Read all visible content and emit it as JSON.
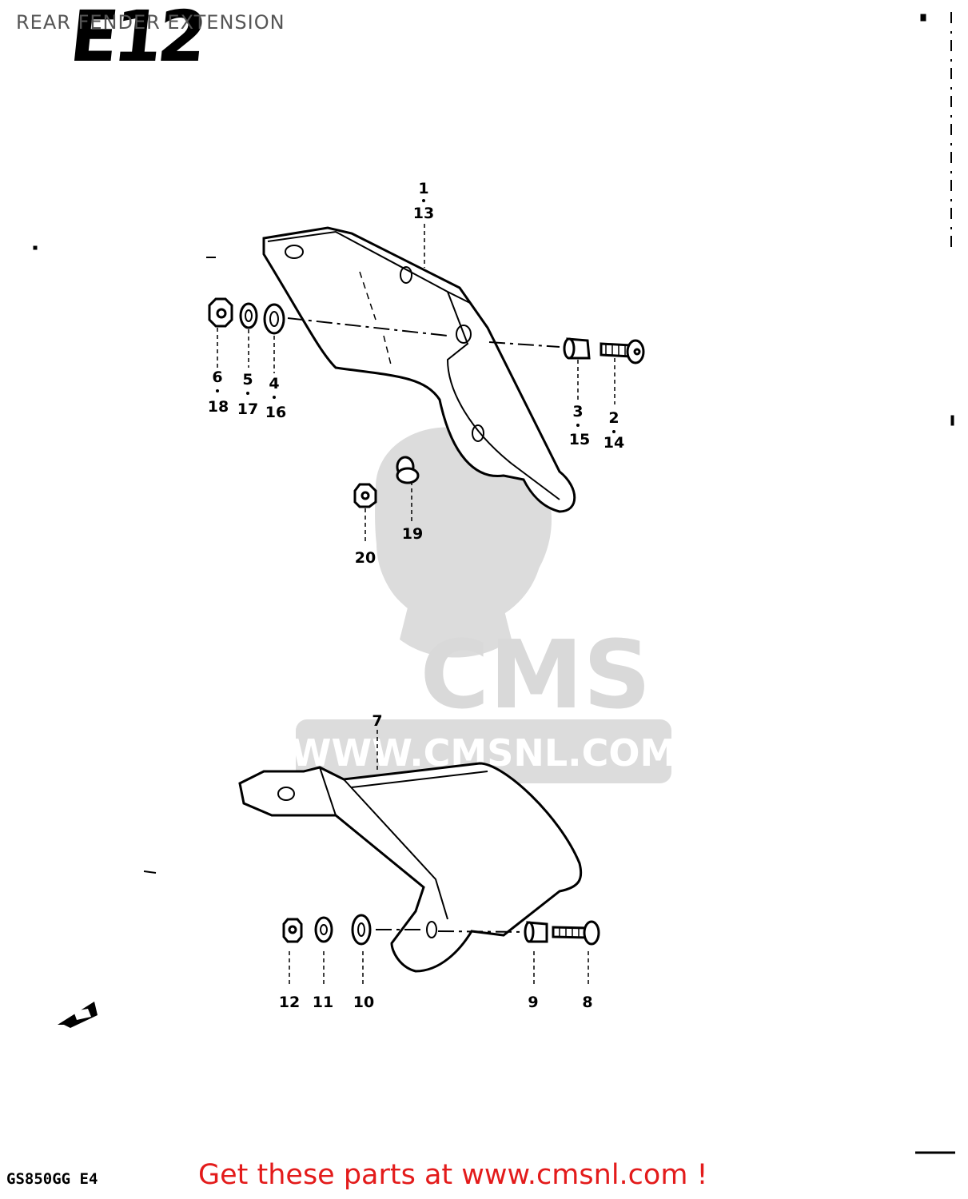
{
  "title": "REAR FENDER EXTENSION",
  "section_code": "E12",
  "model_code": "GS850GG  E4",
  "promo": "Get these parts at www.cmsnl.com !",
  "watermark": {
    "brand": "CMS",
    "url": "WWW.CMSNL.COM",
    "color": "#d9d9d9"
  },
  "accent_color": "#e31b1b",
  "callouts": {
    "c1": "1",
    "c13": "13",
    "c6": "6",
    "c18": "18",
    "c5": "5",
    "c17": "17",
    "c4": "4",
    "c16": "16",
    "c3": "3",
    "c15": "15",
    "c2": "2",
    "c14": "14",
    "c20": "20",
    "c19": "19",
    "c7": "7",
    "c12": "12",
    "c11": "11",
    "c10": "10",
    "c9": "9",
    "c8": "8"
  }
}
